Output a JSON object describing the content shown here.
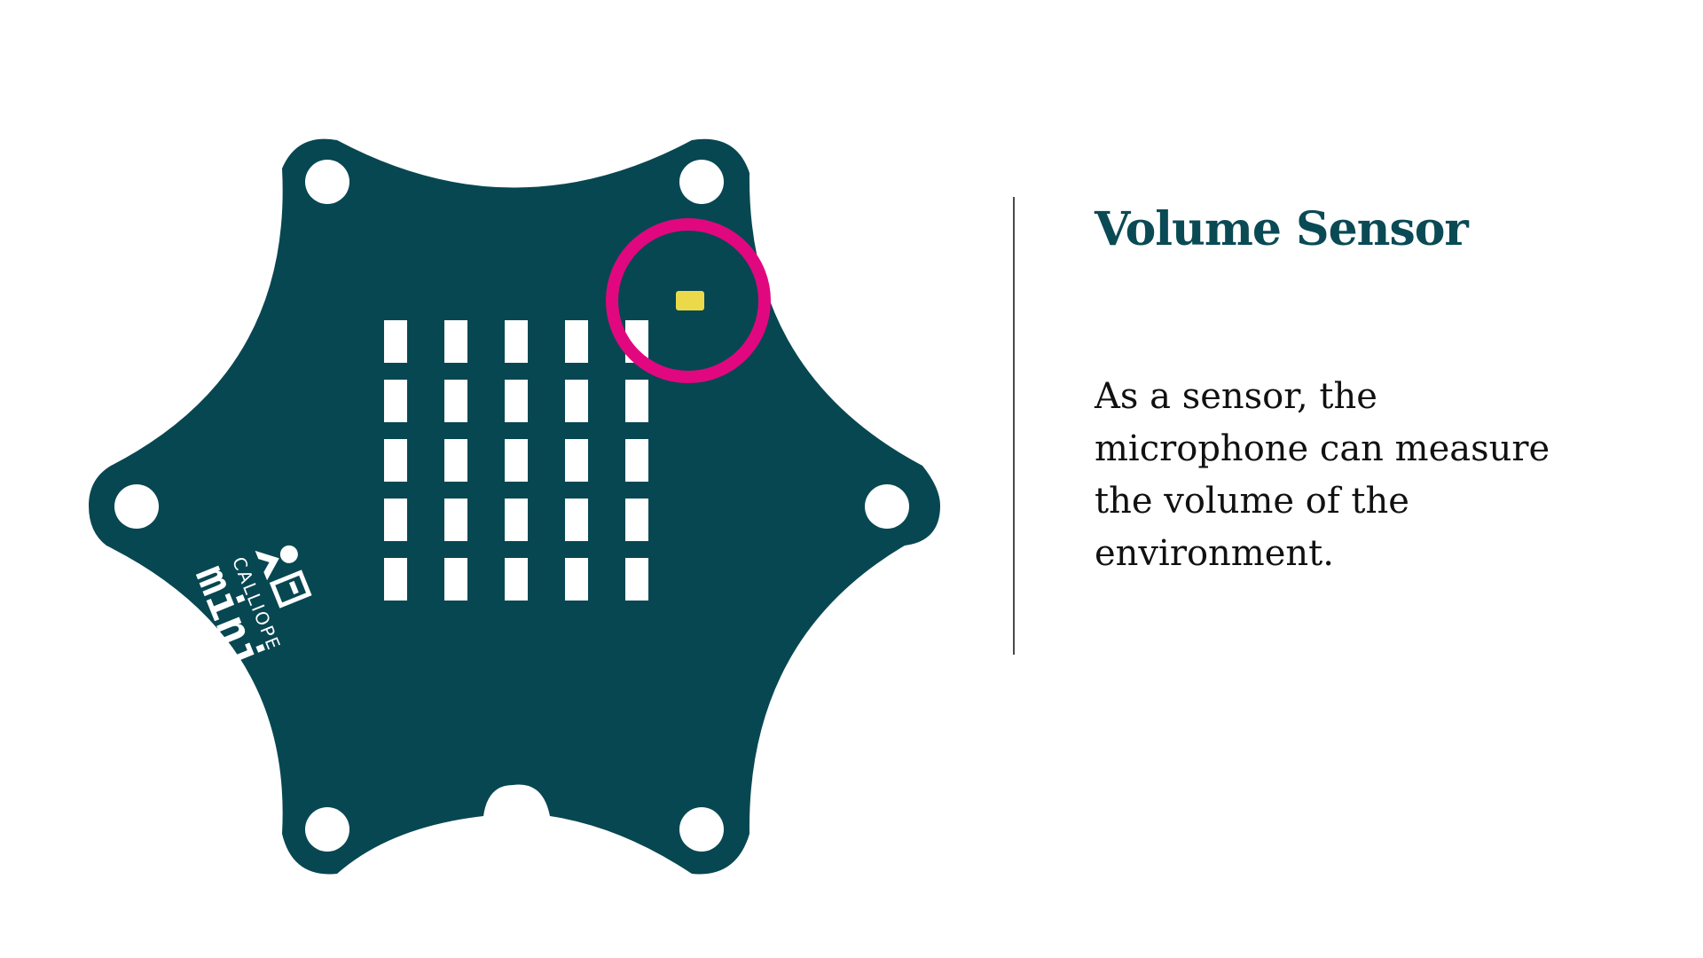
{
  "slide": {
    "title": "Volume Sensor",
    "body_lines": [
      "As a sensor, the",
      "microphone can measure",
      "the volume of the",
      "environment."
    ]
  },
  "board": {
    "brand_top": "CALLIOPE",
    "brand_main": "mini",
    "led_matrix": {
      "rows": 5,
      "cols": 5
    }
  },
  "colors": {
    "board": "#074752",
    "highlight_ring": "#e1087f",
    "microphone": "#ecd94a",
    "title": "#0a4a55",
    "divider": "#4a4a4a"
  },
  "icons": {
    "logo": "calliope-muse-logo-icon",
    "microphone": "microphone-component-icon",
    "highlight": "highlight-circle-icon"
  }
}
